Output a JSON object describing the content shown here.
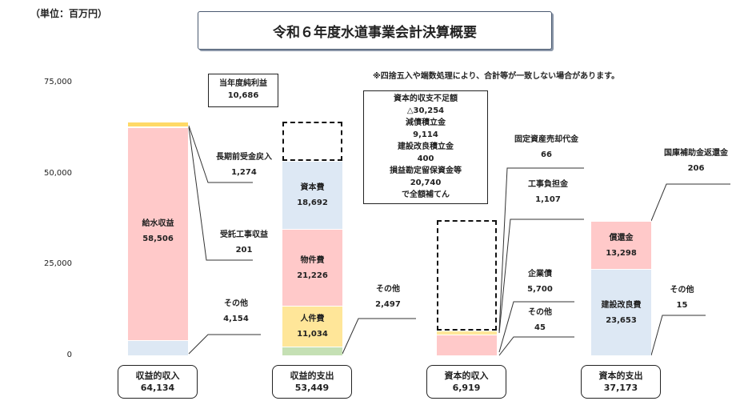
{
  "unit_label": "（単位：百万円）",
  "title": "令和６年度水道事業会計決算概要",
  "note": "※四捨五入や端数処理により、合計等が一致しない場合があります。",
  "chart_data": {
    "type": "bar",
    "stacked": true,
    "ylim": [
      0,
      75000
    ],
    "yticks": [
      "75,000",
      "50,000",
      "25,000",
      "0"
    ],
    "categories": [
      "収益的収入",
      "収益的支出",
      "資本的収入",
      "資本的支出"
    ],
    "totals": [
      "64,134",
      "53,449",
      "6,919",
      "37,173"
    ],
    "income": [
      {
        "name": "その他",
        "value": 4154,
        "label": "4,154",
        "color": "#dde8f4"
      },
      {
        "name": "給水収益",
        "value": 58506,
        "label": "58,506",
        "color": "#ffc9c9"
      },
      {
        "name": "受託工事収益",
        "value": 201,
        "label": "201",
        "color": "#ffd966"
      },
      {
        "name": "長期前受金戻入",
        "value": 1274,
        "label": "1,274",
        "color": "#ffd966"
      }
    ],
    "expense": [
      {
        "name": "その他",
        "value": 2497,
        "label": "2,497",
        "color": "#c5e0b4"
      },
      {
        "name": "人件費",
        "value": 11034,
        "label": "11,034",
        "color": "#ffe699"
      },
      {
        "name": "物件費",
        "value": 21226,
        "label": "21,226",
        "color": "#ffc9c9"
      },
      {
        "name": "資本費",
        "value": 18692,
        "label": "18,692",
        "color": "#dde8f4"
      },
      {
        "name": "当年度純利益",
        "value": 10686,
        "label": "10,686",
        "dashed": true
      }
    ],
    "cap_income": [
      {
        "name": "企業債",
        "value": 5700,
        "label": "5,700",
        "color": "#ffc9c9"
      },
      {
        "name": "工事負担金",
        "value": 1107,
        "label": "1,107",
        "color": "#ffe699"
      },
      {
        "name": "固定資産売却代金",
        "value": 66,
        "label": "66",
        "color": "#ffe699"
      },
      {
        "name": "その他",
        "value": 45,
        "label": "45",
        "color": "#ffe699"
      },
      {
        "name": "資本的収支不足額",
        "value": 30254,
        "dashed": true
      }
    ],
    "cap_expense": [
      {
        "name": "その他",
        "value": 15,
        "label": "15",
        "color": "#dde8f4"
      },
      {
        "name": "建設改良費",
        "value": 23653,
        "label": "23,653",
        "color": "#dde8f4"
      },
      {
        "name": "償還金",
        "value": 13298,
        "label": "13,298",
        "color": "#ffc9c9"
      },
      {
        "name": "国庫補助金返還金",
        "value": 206,
        "label": "206",
        "color": "#ffc9c9"
      }
    ],
    "callout_lines": [
      "資本的収支不足額",
      "△30,254",
      "減債積立金",
      "9,114",
      "建設改良積立金",
      "400",
      "損益勘定留保資金等",
      "20,740",
      "で全額補てん"
    ]
  }
}
